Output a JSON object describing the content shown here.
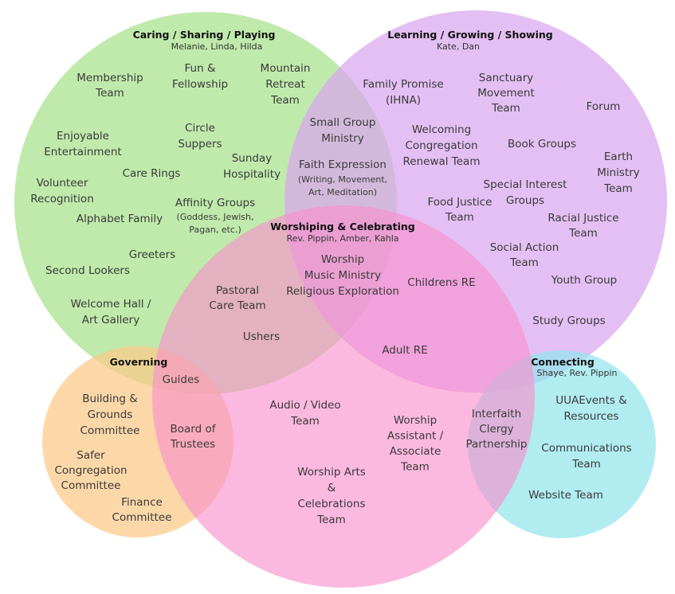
{
  "circles": {
    "caring": {
      "title": "Caring / Sharing / Playing",
      "leaders": "Melanie, Linda, Hilda",
      "color": "#a6e28a"
    },
    "learning": {
      "title": "Learning / Growing / Showing",
      "leaders": "Kate, Dan",
      "color": "#d9a6ef"
    },
    "worship": {
      "title": "Worshiping & Celebrating",
      "leaders": "Rev. Pippin, Amber, Kahla",
      "color": "#f98ecb"
    },
    "governing": {
      "title": "Governing",
      "color": "#fbc988"
    },
    "connecting": {
      "title": "Connecting",
      "leaders": "Shaye, Rev. Pippin",
      "color": "#93e4ec"
    }
  },
  "teams": {
    "membership": [
      "Membership",
      "Team"
    ],
    "fun": [
      "Fun &",
      "Fellowship"
    ],
    "mountain": [
      "Mountain",
      "Retreat",
      "Team"
    ],
    "enjoyable": [
      "Enjoyable",
      "Entertainment"
    ],
    "circle": [
      "Circle",
      "Suppers"
    ],
    "sunday": [
      "Sunday",
      "Hospitality"
    ],
    "care_rings": [
      "Care Rings"
    ],
    "volunteer": [
      "Volunteer",
      "Recognition"
    ],
    "affinity": [
      "Affinity Groups"
    ],
    "affinity_note": [
      "(Goddess, Jewish,",
      "Pagan, etc.)"
    ],
    "alphabet": [
      "Alphabet Family"
    ],
    "greeters": [
      "Greeters"
    ],
    "second_lookers": [
      "Second Lookers"
    ],
    "welcome_hall": [
      "Welcome Hall /",
      "Art Gallery"
    ],
    "small_group": [
      "Small Group",
      "Ministry"
    ],
    "faith_expression": [
      "Faith Expression"
    ],
    "faith_note": [
      "(Writing, Movement,",
      "Art, Meditation)"
    ],
    "family_promise": [
      "Family Promise",
      "(IHNA)"
    ],
    "sanctuary": [
      "Sanctuary",
      "Movement",
      "Team"
    ],
    "forum": [
      "Forum"
    ],
    "welcoming": [
      "Welcoming",
      "Congregation",
      "Renewal Team"
    ],
    "book_groups": [
      "Book Groups"
    ],
    "earth": [
      "Earth",
      "Ministry",
      "Team"
    ],
    "special_interest": [
      "Special Interest",
      "Groups"
    ],
    "food_justice": [
      "Food Justice",
      "Team"
    ],
    "racial_justice": [
      "Racial Justice",
      "Team"
    ],
    "social_action": [
      "Social Action",
      "Team"
    ],
    "youth_group": [
      "Youth Group"
    ],
    "study_groups": [
      "Study Groups"
    ],
    "worship_core": [
      "Worship",
      "Music Ministry",
      "Religious Exploration"
    ],
    "childrens_re": [
      "Childrens RE"
    ],
    "pastoral": [
      "Pastoral",
      "Care Team"
    ],
    "ushers": [
      "Ushers"
    ],
    "adult_re": [
      "Adult RE"
    ],
    "guides": [
      "Guides"
    ],
    "building": [
      "Building &",
      "Grounds",
      "Committee"
    ],
    "board": [
      "Board of",
      "Trustees"
    ],
    "safer": [
      "Safer",
      "Congregation",
      "Committee"
    ],
    "finance": [
      "Finance",
      "Committee"
    ],
    "audio_video": [
      "Audio / Video",
      "Team"
    ],
    "worship_assistant": [
      "Worship",
      "Assistant /",
      "Associate",
      "Team"
    ],
    "worship_arts": [
      "Worship Arts",
      "&",
      "Celebrations",
      "Team"
    ],
    "interfaith": [
      "Interfaith",
      "Clergy",
      "Partnership"
    ],
    "uua_events": [
      "UUAEvents &",
      "Resources"
    ],
    "communications": [
      "Communications",
      "Team"
    ],
    "website": [
      "Website Team"
    ]
  }
}
